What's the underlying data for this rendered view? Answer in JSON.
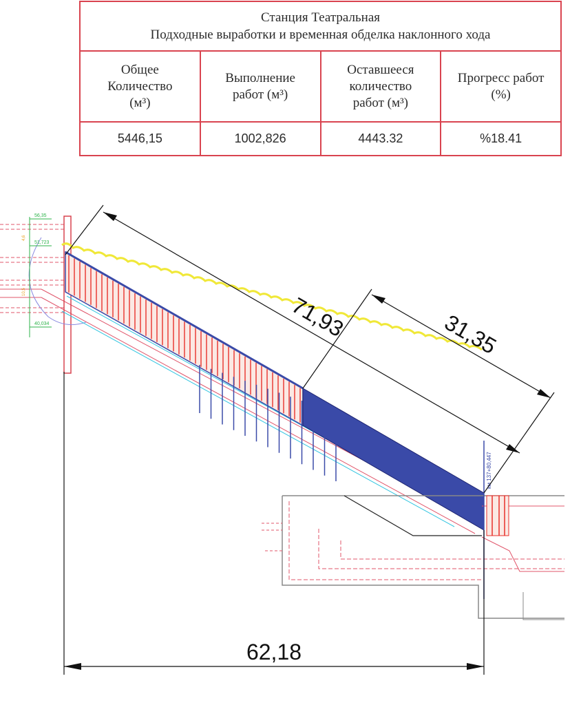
{
  "table": {
    "title_line1": "Станция Театральная",
    "title_line2": "Подходные выработки и временная обделка наклонного хода",
    "headers": [
      [
        "Общее",
        "Количество",
        "(м³)"
      ],
      [
        "Выполнение",
        "работ (м³)"
      ],
      [
        "Оставшееся",
        "количество",
        "работ (м³)"
      ],
      [
        "Прогресс работ",
        "(%)"
      ]
    ],
    "values": [
      "5446,15",
      "1002,826",
      "4443.32",
      "%18.41"
    ]
  },
  "drawing": {
    "dim_total_slope": "71,93",
    "dim_remaining_slope": "31,35",
    "dim_horizontal": "62,18",
    "elevations": [
      "56,35",
      "51,723",
      "40,034"
    ],
    "small_labels": [
      "4,6",
      "10,5"
    ],
    "chainage": "км 137+80,447",
    "colors": {
      "table_border": "#d9434f",
      "completed_hatch": "#e8302a",
      "remaining_fill": "#3a4aa8",
      "dimension": "#111111",
      "reference_lines": "#e0556a",
      "cyan_lines": "#2ec4e0",
      "yellow_outline": "#f0e838",
      "green_marks": "#2db34a"
    }
  }
}
